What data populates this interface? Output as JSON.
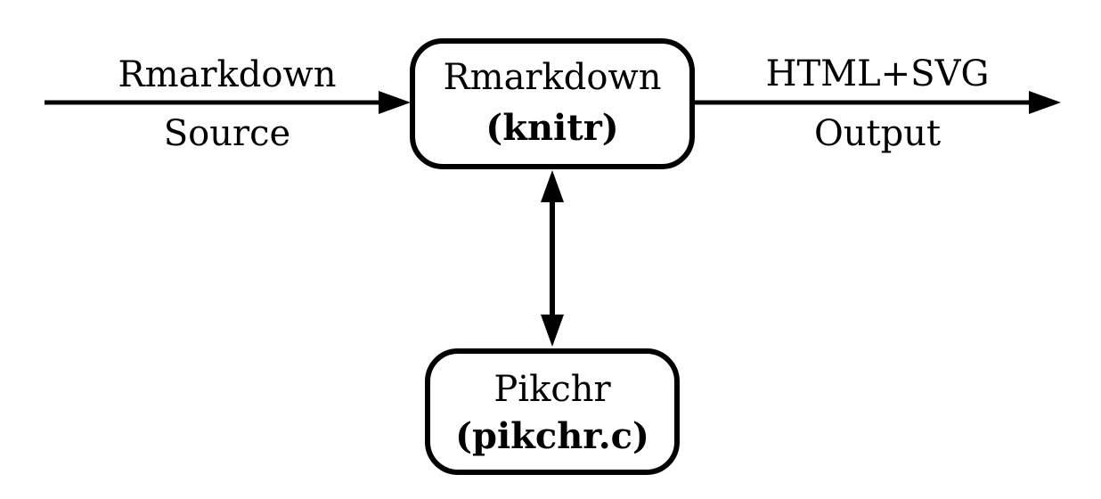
{
  "diagram": {
    "background_color": "#ffffff",
    "line_color": "#000000",
    "text_color": "#000000",
    "nodes": [
      {
        "id": "rmarkdown-knitr",
        "title": "Rmarkdown",
        "subtitle": "(knitr)"
      },
      {
        "id": "pikchr",
        "title": "Pikchr",
        "subtitle": "(pikchr.c)"
      }
    ],
    "edges": [
      {
        "id": "source-input",
        "type": "arrow-right",
        "label_top": "Rmarkdown",
        "label_bottom": "Source"
      },
      {
        "id": "html-output",
        "type": "arrow-right",
        "label_top": "HTML+SVG",
        "label_bottom": "Output"
      },
      {
        "id": "knitr-pikchr-link",
        "type": "arrow-both"
      }
    ]
  }
}
